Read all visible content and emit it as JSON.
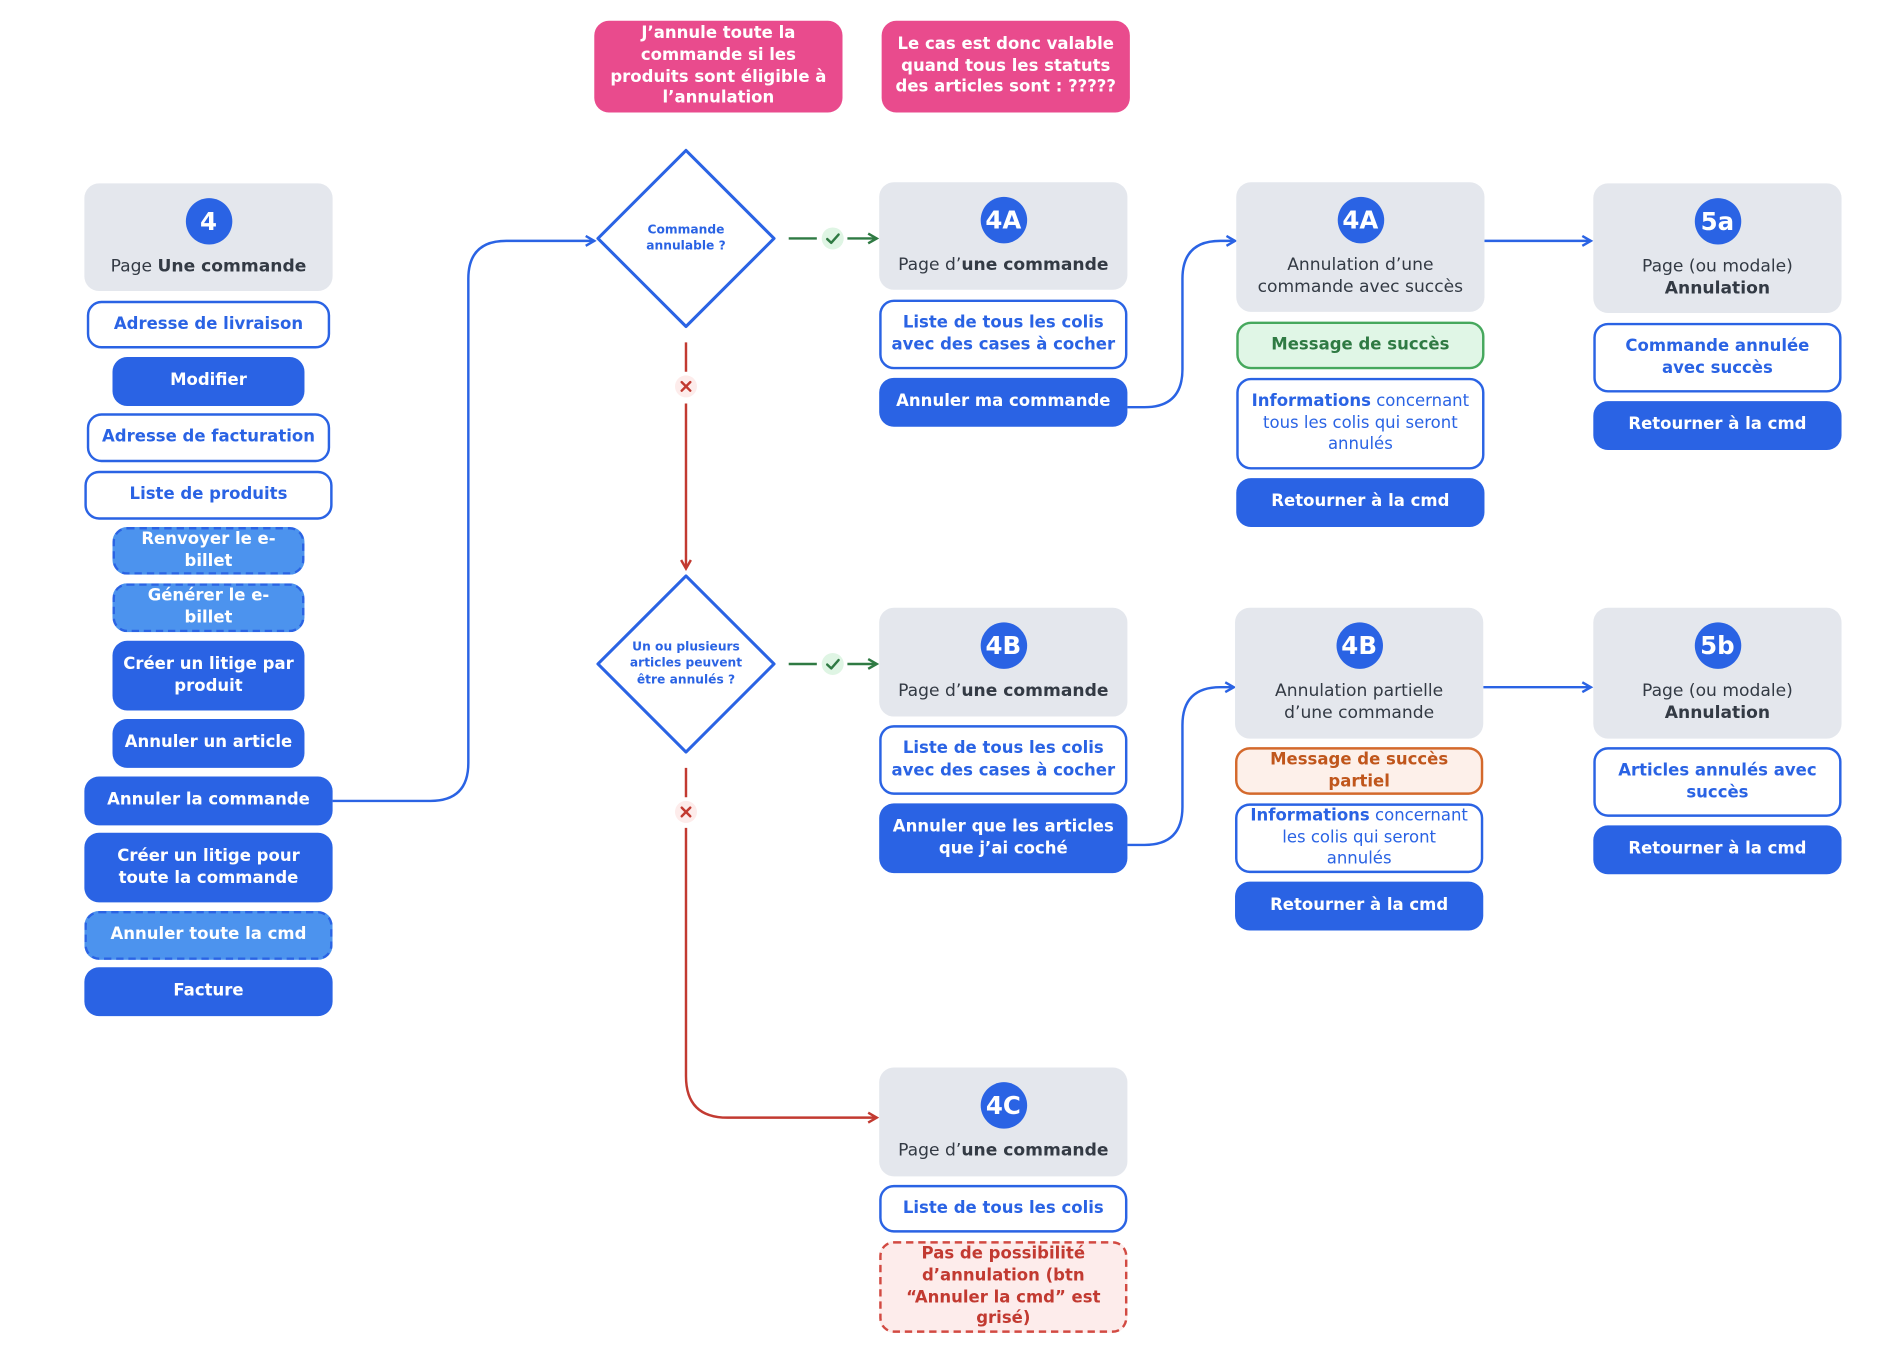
{
  "notes": {
    "eligible": "J’annule toute la commande si les produits sont éligible à l’annulation",
    "status": "Le cas est donc valable quand tous les statuts des articles sont : ?????"
  },
  "page4": {
    "number": "4",
    "title_prefix": "Page ",
    "title_bold": "Une commande",
    "items": {
      "adresse_livraison": "Adresse de livraison",
      "modifier": "Modifier",
      "adresse_facturation": "Adresse de facturation",
      "liste_produits": "Liste de produits",
      "renvoyer_ebillet": "Renvoyer le e-billet",
      "generer_ebillet": "Générer le e-billet",
      "litige_produit": "Créer un litige par produit",
      "annuler_article": "Annuler un article",
      "annuler_commande": "Annuler la commande",
      "litige_commande": "Créer un litige pour toute la commande",
      "annuler_toute_cmd": "Annuler toute la cmd",
      "facture": "Facture"
    }
  },
  "decisions": {
    "d1": "Commande annulable ?",
    "d2": "Un ou plusieurs articles peuvent être annulés ?"
  },
  "page4a": {
    "number": "4A",
    "title_prefix": "Page d’",
    "title_bold": "une commande",
    "colis_list": "Liste de tous les colis avec des cases à cocher",
    "action": "Annuler ma commande"
  },
  "cancel4a": {
    "number": "4A",
    "title": "Annulation d’une commande avec succès",
    "message": "Message de succès",
    "info_bold": "Informations",
    "info_rest": " concernant tous les colis qui seront annulés",
    "back": "Retourner à la cmd"
  },
  "page5a": {
    "number": "5a",
    "title": "Page (ou modale)",
    "title_bold": "Annulation",
    "message": "Commande annulée avec succès",
    "back": "Retourner à la cmd"
  },
  "page4b": {
    "number": "4B",
    "title_prefix": "Page d’",
    "title_bold": "une commande",
    "colis_list": "Liste de tous les colis avec des cases à cocher",
    "action": "Annuler que les articles que j’ai coché"
  },
  "cancel4b": {
    "number": "4B",
    "title": "Annulation partielle d’une commande",
    "message": "Message de succès partiel",
    "info_bold": "Informations",
    "info_rest": " concernant les colis qui seront annulés",
    "back": "Retourner à la cmd"
  },
  "page5b": {
    "number": "5b",
    "title": "Page (ou modale)",
    "title_bold": "Annulation",
    "message": "Articles annulés avec succès",
    "back": "Retourner à la cmd"
  },
  "page4c": {
    "number": "4C",
    "title_prefix": "Page d’",
    "title_bold": "une commande",
    "colis_list": "Liste de tous les colis",
    "disabled_message": "Pas de possibilité d’annulation (btn “Annuler la cmd” est grisé)"
  },
  "colors": {
    "primary": "#2a63e4",
    "primary_light": "#4c93ee",
    "note_pink": "#e94b8d",
    "yes_green": "#2f7a43",
    "no_red": "#c23a31",
    "partial_orange": "#d4692c",
    "header_gray": "#e4e7ed"
  },
  "icons": {
    "yes": "check-icon",
    "no": "cross-icon"
  }
}
